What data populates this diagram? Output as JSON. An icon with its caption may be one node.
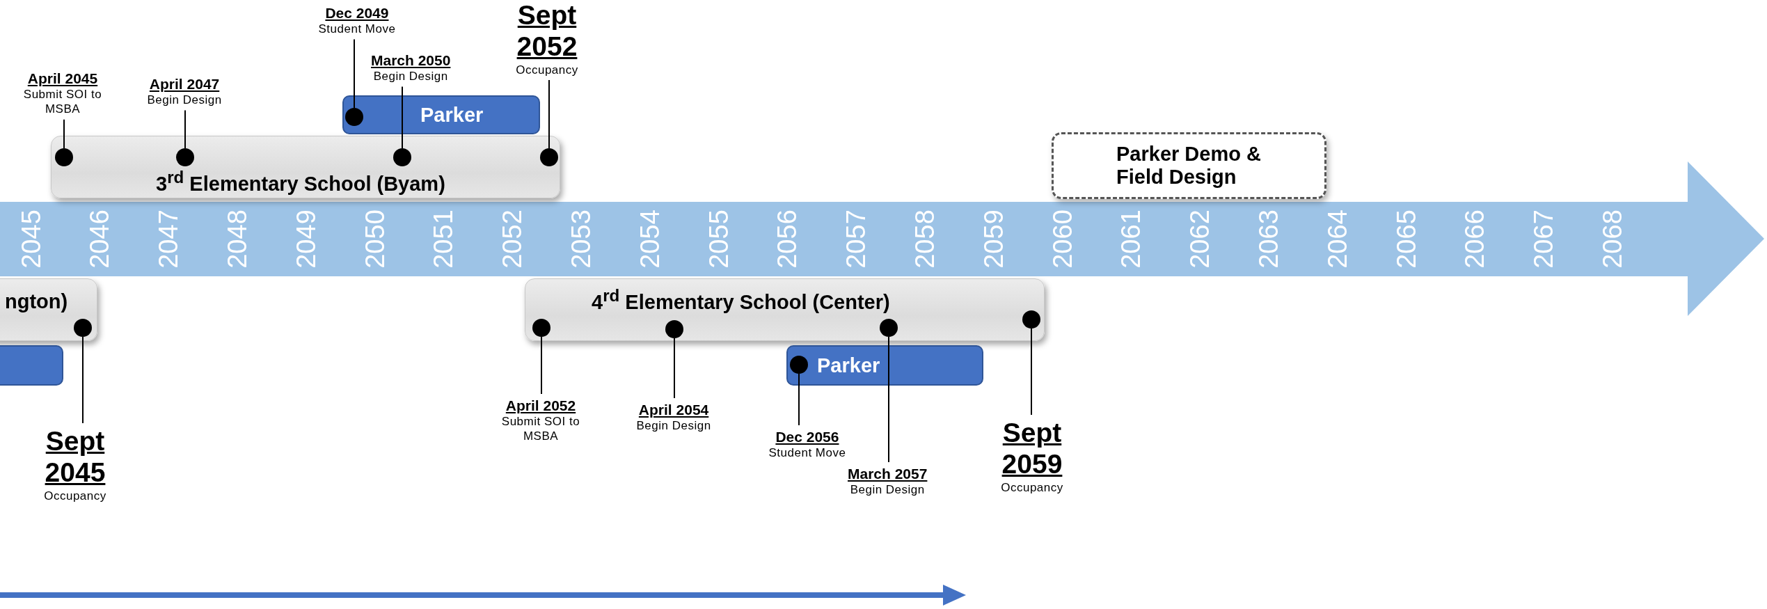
{
  "diagram": {
    "nodes": [
      {
        "text": [
          "ngton)"
        ]
      },
      {
        "text": [],
        "shape": "box"
      },
      {
        "text": [
          "3$^{rd}$ Elementary School (Byam)"
        ]
      },
      {
        "text": [
          "Parker"
        ]
      },
      {
        "text": [
          "4$^{rd}$ Elementary School (Center)"
        ]
      },
      {
        "text": [
          "Parker"
        ]
      },
      {
        "text": [
          "Parker Demo & Field Design"
        ]
      },
      {
        "text": [
          "April 2045",
          "Submit SOI to MSBA"
        ]
      },
      {
        "text": [
          "April 2047",
          "Begin Design"
        ]
      },
      {
        "text": [
          "Dec 2049",
          "Student Move"
        ]
      },
      {
        "text": [
          "March 2050",
          "Begin Design"
        ]
      },
      {
        "text": [
          "Sept 2052",
          "Occupancy"
        ]
      },
      {
        "text": [
          "Sept 2045",
          "Occupancy"
        ]
      },
      {
        "text": [
          "April 2052",
          "Submit SOI to MSBA"
        ]
      },
      {
        "text": [
          "April 2054",
          "Begin Design"
        ]
      },
      {
        "text": [
          "Dec 2056",
          "Student Move"
        ]
      },
      {
        "text": [
          "March 2057",
          "Begin Design"
        ]
      },
      {
        "text": [
          "Sept 2059",
          "Occupancy"
        ]
      },
      {
        "text": [],
        "shape": "circle",
        "in": 2
      },
      {
        "text": [],
        "shape": "circle",
        "in": 2
      },
      {
        "text": [],
        "shape": "circle",
        "in": 3
      },
      {
        "text": [],
        "shape": "circle",
        "in": 2
      },
      {
        "text": [],
        "shape": "circle",
        "in": 2
      },
      {
        "text": [],
        "shape": "circle",
        "in": 0
      },
      {
        "text": [],
        "shape": "circle",
        "in": 4
      },
      {
        "text": [],
        "shape": "circle",
        "in": 4
      },
      {
        "text": [],
        "shape": "circle",
        "in": 5
      },
      {
        "text": [],
        "shape": "circle",
        "in": 4
      },
      {
        "text": [],
        "shape": "circle",
        "in": 4
      }
    ],
    "edges": [
      {
        "from": 7,
        "to": 18,
        "arrow": "none"
      },
      {
        "from": 8,
        "to": 19,
        "arrow": "none"
      },
      {
        "from": 9,
        "to": 20,
        "arrow": "none"
      },
      {
        "from": 10,
        "to": 21,
        "arrow": "none"
      },
      {
        "from": 11,
        "to": 22,
        "arrow": "none"
      },
      {
        "from": 12,
        "to": 23,
        "arrow": "none"
      },
      {
        "from": 13,
        "to": 24,
        "arrow": "none"
      },
      {
        "from": 14,
        "to": 25,
        "arrow": "none"
      },
      {
        "from": 15,
        "to": 26,
        "arrow": "none"
      },
      {
        "from": 16,
        "to": 27,
        "arrow": "none"
      },
      {
        "from": 17,
        "to": 28,
        "arrow": "none"
      }
    ],
    "labels": [
      "2045",
      "2046",
      "2047",
      "2048",
      "2049",
      "2050",
      "2051",
      "2052",
      "2053",
      "2054",
      "2055",
      "2056",
      "2057",
      "2058",
      "2059",
      "2060",
      "2061",
      "2062",
      "2063",
      "2064",
      "2065",
      "2066",
      "2067",
      "2068"
    ]
  }
}
